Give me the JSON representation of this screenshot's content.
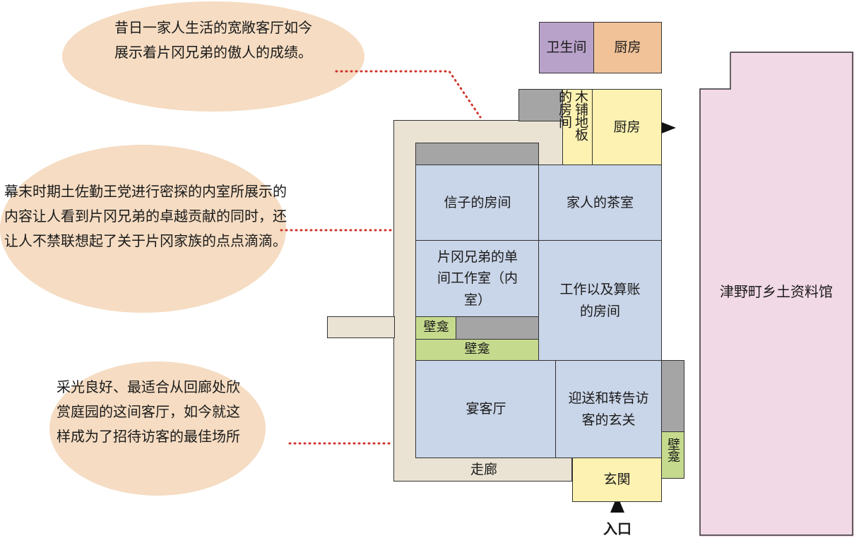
{
  "notes": {
    "top": "昔日一家人生活的宽敞客厅如今展示着片冈兄弟的傲人的成绩。",
    "middle": "幕末时期土佐勤王党进行密探的内室所展示的内容让人看到片冈兄弟的卓越贡献的同时，还让人不禁联想起了关于片冈家族的点点滴滴。",
    "bottom": "采光良好、最适合从回廊处欣赏庭园的这间客厅，如今就这样成为了招待访客的最佳场所"
  },
  "rooms": {
    "toilet": "卫生间",
    "kitchen_top": "厨房",
    "wood_floor_col1": "的房间",
    "wood_floor_col2": "木铺地板",
    "kitchen": "厨房",
    "nobuko_room": "信子的房间",
    "family_tea_room": "家人的茶室",
    "workroom": "片冈兄弟的单间工作室（内室）",
    "accounting_room": "工作以及算账的房间",
    "alcove_small": "壁龛",
    "alcove_long": "壁龛",
    "alcove_entrance": "壁龛",
    "banquet_hall": "宴客厅",
    "reception_hall": "迎送和转告访客的玄关",
    "corridor": "走廊",
    "genkan": "玄関",
    "entrance": "入口",
    "museum": "津野町乡土资料馆"
  },
  "colors": {
    "room_blue": "#c9d5e8",
    "room_yellow": "#fdf2b1",
    "room_grey": "#a5a5a5",
    "room_green": "#c6da8e",
    "room_purple": "#b9a2ca",
    "room_peach": "#f1c298",
    "corridor_beige": "#eae3d3",
    "museum_pink": "#f2d9e6",
    "bubble": "#f5dcc2",
    "leader_dots": "#d0342c"
  }
}
